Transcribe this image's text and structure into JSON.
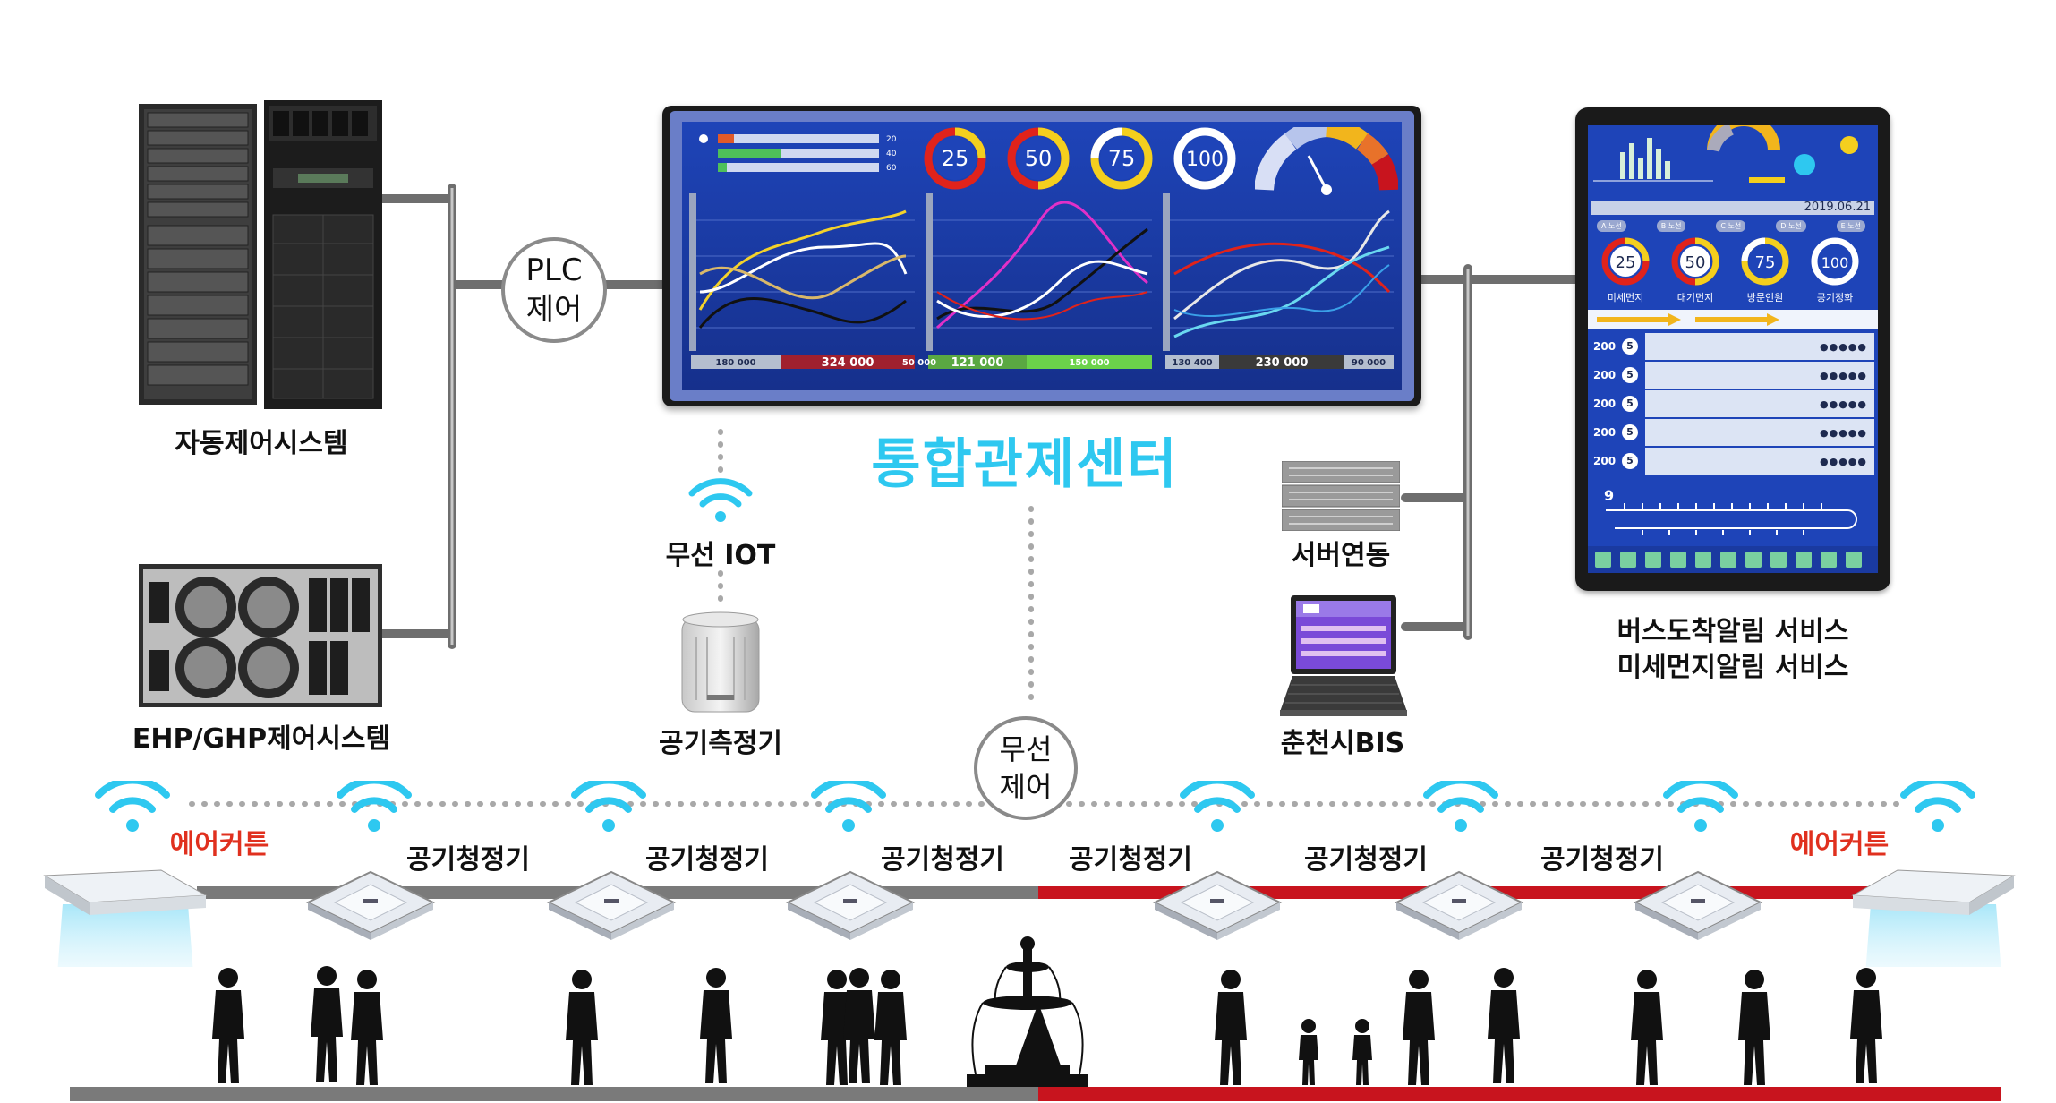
{
  "nodes": {
    "auto_control": "자동제어시스템",
    "ehp_ghp": "EHP/GHP제어시스템",
    "plc": [
      "PLC",
      "제어"
    ],
    "center": "통합관제센터",
    "wireless_iot": "무선 IOT",
    "air_meter": "공기측정기",
    "server": "서버연동",
    "bis": "춘천시BIS",
    "services": [
      "버스도착알림 서비스",
      "미세먼지알림 서비스"
    ],
    "wireless_control": [
      "무선",
      "제어"
    ]
  },
  "devices": {
    "left_curtain": "에어커튼",
    "right_curtain": "에어커튼",
    "purifiers": [
      "공기청정기",
      "공기청정기",
      "공기청정기",
      "공기청정기",
      "공기청정기",
      "공기청정기"
    ]
  },
  "dashboard": {
    "gauges": [
      "25",
      "50",
      "75",
      "100"
    ],
    "bar_scale": [
      "20",
      "40",
      "60"
    ],
    "footer_values": [
      "180 000",
      "324 000",
      "50 000",
      "121 000",
      "150 000",
      "130 400",
      "230 000",
      "90 000"
    ]
  },
  "tablet": {
    "date": "2019.06.21",
    "tabs": [
      "A 노선",
      "B 노선",
      "C 노선",
      "D 노선",
      "E 노선"
    ],
    "gauges": [
      {
        "value": "25",
        "label": "미세먼지"
      },
      {
        "value": "50",
        "label": "대기먼지"
      },
      {
        "value": "75",
        "label": "방문인원"
      },
      {
        "value": "100",
        "label": "공기정화"
      }
    ],
    "bus_rows": [
      {
        "num": "200",
        "eta": "5",
        "dots": "●●●●●"
      },
      {
        "num": "200",
        "eta": "5",
        "dots": "●●●●●"
      },
      {
        "num": "200",
        "eta": "5",
        "dots": "●●●●●"
      },
      {
        "num": "200",
        "eta": "5",
        "dots": "●●●●●"
      },
      {
        "num": "200",
        "eta": "5",
        "dots": "●●●●●"
      }
    ],
    "route_no": "9"
  },
  "colors": {
    "accent_cyan": "#2ec8f0",
    "floor_gray": "#7a7a7a",
    "floor_red": "#c8141e",
    "screen_blue": "#1b3a9a"
  }
}
